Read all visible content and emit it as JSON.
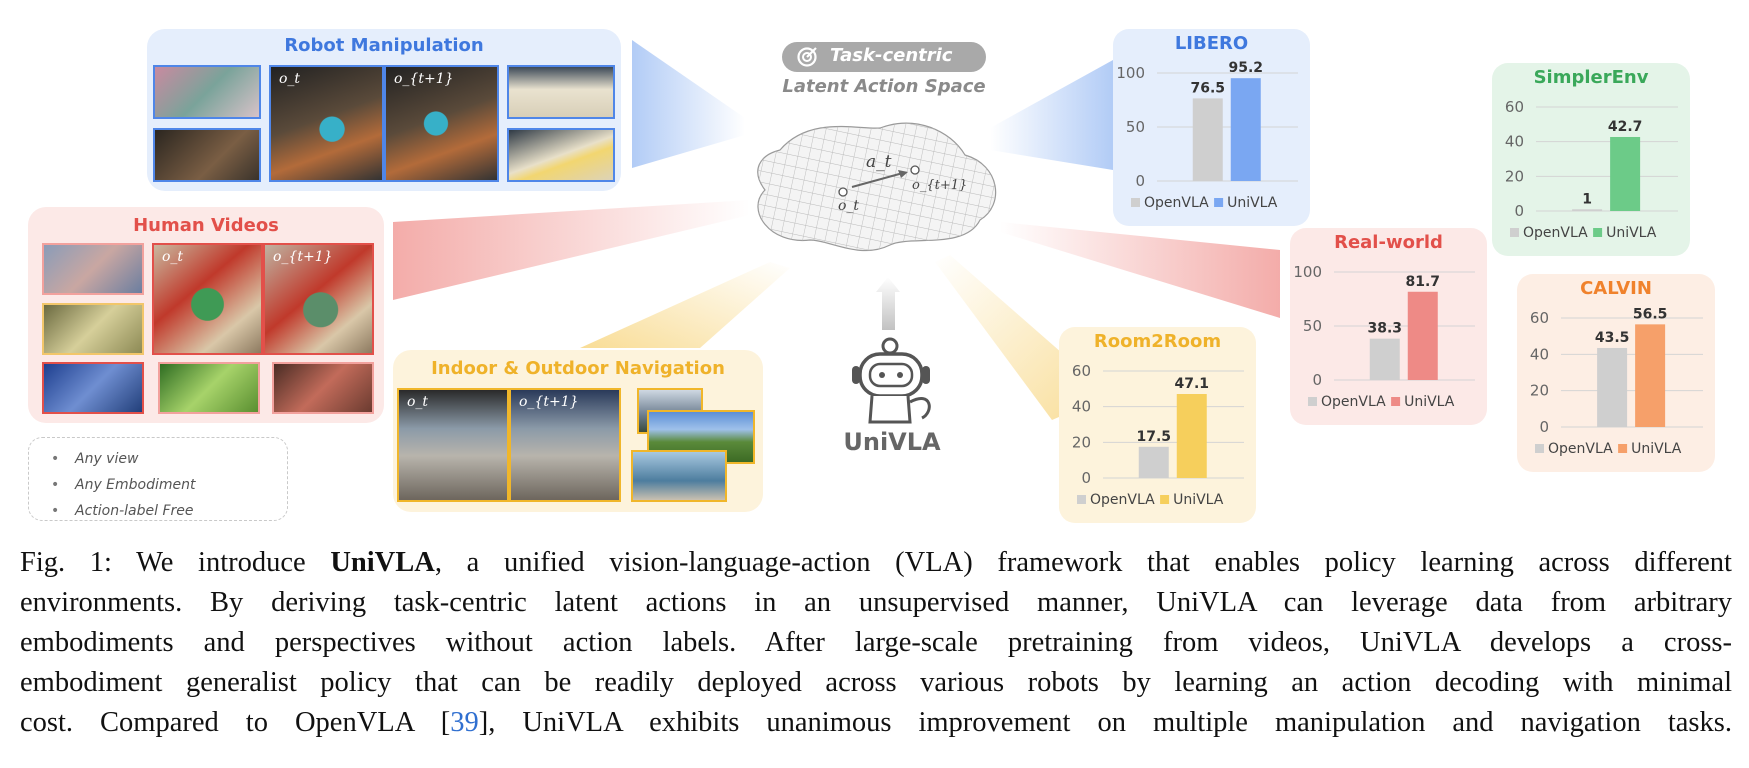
{
  "colors": {
    "blue": "#4f86e8",
    "blue_bg": "#e5eefc",
    "red": "#e2504a",
    "red_bg": "#fce9e7",
    "yellow": "#f0b62a",
    "yellow_bg": "#fdf3dc",
    "green": "#3aa85a",
    "green_bg": "#e4f4e8",
    "orange": "#f0822c",
    "orange_bg": "#fdeee4",
    "gray_bar": "#cfcfcf"
  },
  "robot": {
    "title": "Robot Manipulation",
    "o_t": "o_t",
    "o_t1": "o_{t+1}"
  },
  "human": {
    "title": "Human Videos",
    "o_t": "o_t",
    "o_t1": "o_{t+1}"
  },
  "nav": {
    "title": "Indoor & Outdoor Navigation",
    "o_t": "o_t",
    "o_t1": "o_{t+1}"
  },
  "notes": [
    "Any view",
    "Any Embodiment",
    "Action-label Free"
  ],
  "center": {
    "badge": "Task-centric",
    "subtitle": "Latent Action Space",
    "a_t": "a_t",
    "o_t": "o_t",
    "o_t1": "o_{t+1}",
    "mascot_label": "UniVLA"
  },
  "chart_data": [
    {
      "type": "bar",
      "title": "LIBERO",
      "categories": [
        "OpenVLA",
        "UniVLA"
      ],
      "values": [
        76.5,
        95.2
      ],
      "yticks": [
        0,
        50,
        100
      ],
      "ylim": [
        0,
        100
      ],
      "color": "#7aa7f2",
      "legend": [
        "OpenVLA",
        "UniVLA"
      ]
    },
    {
      "type": "bar",
      "title": "SimplerEnv",
      "categories": [
        "OpenVLA",
        "UniVLA"
      ],
      "values": [
        1,
        42.7
      ],
      "yticks": [
        0,
        20,
        40,
        60
      ],
      "ylim": [
        0,
        60
      ],
      "color": "#6ccb88",
      "legend": [
        "OpenVLA",
        "UniVLA"
      ]
    },
    {
      "type": "bar",
      "title": "Real-world",
      "categories": [
        "OpenVLA",
        "UniVLA"
      ],
      "values": [
        38.3,
        81.7
      ],
      "yticks": [
        0,
        50,
        100
      ],
      "ylim": [
        0,
        100
      ],
      "color": "#ee8a86",
      "legend": [
        "OpenVLA",
        "UniVLA"
      ]
    },
    {
      "type": "bar",
      "title": "CALVIN",
      "categories": [
        "OpenVLA",
        "UniVLA"
      ],
      "values": [
        43.5,
        56.5
      ],
      "yticks": [
        0,
        20,
        40,
        60
      ],
      "ylim": [
        0,
        60
      ],
      "color": "#f6a06a",
      "legend": [
        "OpenVLA",
        "UniVLA"
      ]
    },
    {
      "type": "bar",
      "title": "Room2Room",
      "categories": [
        "OpenVLA",
        "UniVLA"
      ],
      "values": [
        17.5,
        47.1
      ],
      "yticks": [
        0,
        20,
        40,
        60
      ],
      "ylim": [
        0,
        60
      ],
      "color": "#f6cf5c",
      "legend": [
        "OpenVLA",
        "UniVLA"
      ]
    }
  ],
  "caption": {
    "prefix": "Fig. 1: We introduce ",
    "bold": "UniVLA",
    "l1_rest": ", a unified vision-language-action (VLA) framework that enables policy learning across different",
    "l2": "environments. By deriving task-centric latent actions in an unsupervised manner, UniVLA can leverage data from arbitrary",
    "l3": "embodiments and perspectives without action labels. After large-scale pretraining from videos, UniVLA develops a cross-",
    "l4": "embodiment generalist policy that can be readily deployed across various robots by learning an action decoding with minimal",
    "l5_a": "cost. Compared to OpenVLA [",
    "ref": "39",
    "l5_b": "], UniVLA exhibits unanimous improvement on multiple manipulation and navigation tasks."
  }
}
